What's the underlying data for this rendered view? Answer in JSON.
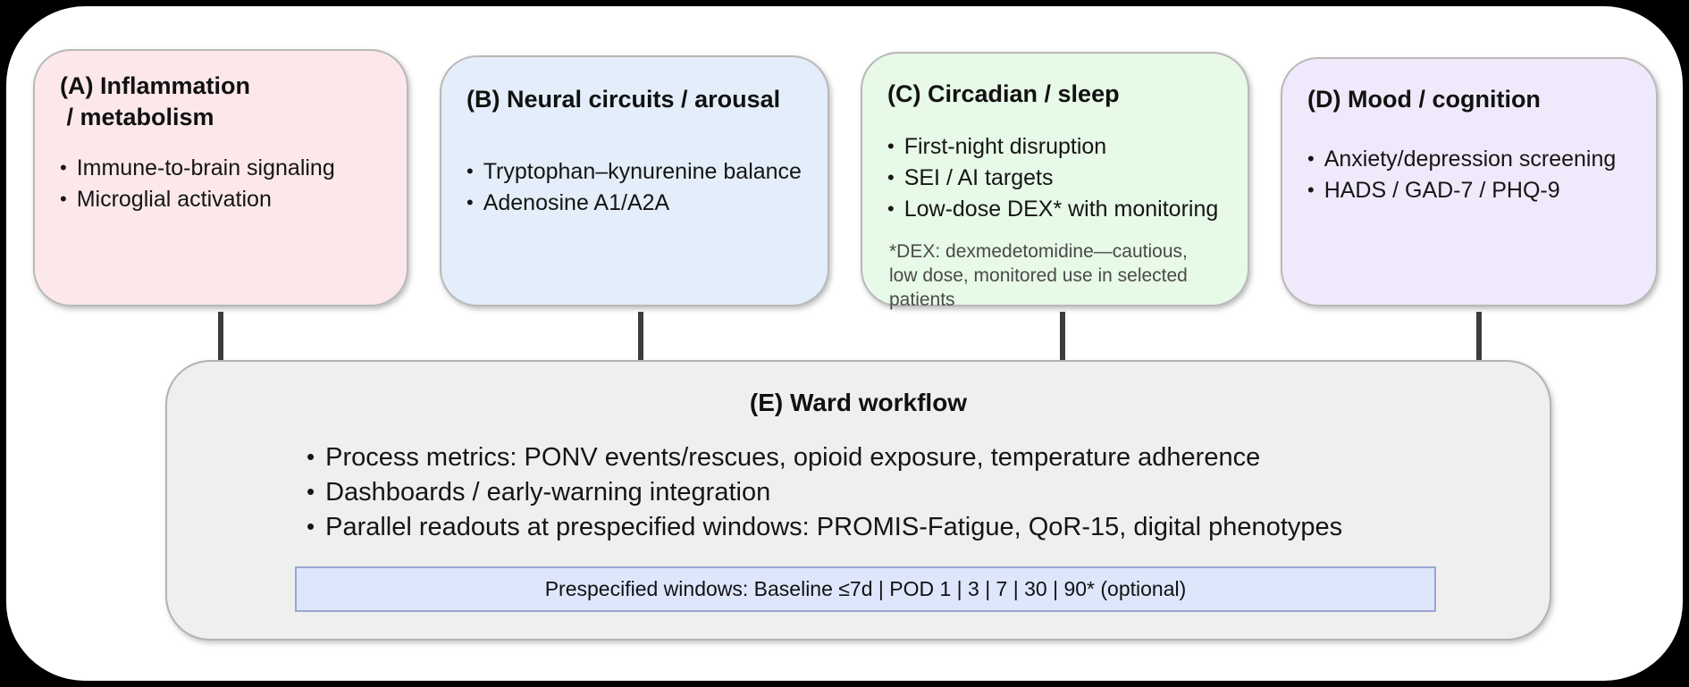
{
  "colors": {
    "background": "#000000",
    "canvas": "#ffffff",
    "panel_a_bg": "#fce8eb",
    "panel_b_bg": "#e3eefa",
    "panel_c_bg": "#e7f9e7",
    "panel_d_bg": "#efe9fb",
    "ward_bg": "#efefef",
    "window_note_bg": "#dde6fb",
    "window_note_border": "#99a6d2",
    "connector": "#3c3c3c",
    "note_text": "#4a4a4a"
  },
  "panels": [
    {
      "id": "A",
      "title": "(A) Inflammation\n / metabolism",
      "bullets": [
        "Immune-to-brain signaling",
        "Microglial activation"
      ],
      "bg": "#fce8eb"
    },
    {
      "id": "B",
      "title": "(B) Neural circuits / arousal",
      "bullets": [
        "Tryptophan–kynurenine balance",
        "Adenosine A1/A2A"
      ],
      "bg": "#e3eefa"
    },
    {
      "id": "C",
      "title": "(C) Circadian / sleep",
      "bullets": [
        "First-night disruption",
        "SEI / AI targets",
        "Low-dose DEX* with monitoring"
      ],
      "note": "*DEX: dexmedetomidine—cautious, low dose, monitored use in selected patients",
      "bg": "#e7f9e7"
    },
    {
      "id": "D",
      "title": "(D) Mood / cognition",
      "bullets": [
        "Anxiety/depression screening",
        "HADS / GAD-7 / PHQ-9"
      ],
      "bg": "#efe9fb"
    }
  ],
  "ward": {
    "title": "(E) Ward workflow",
    "bullets": [
      "Process metrics: PONV events/rescues, opioid exposure, temperature adherence",
      "Dashboards / early-warning integration",
      "Parallel readouts at prespecified windows: PROMIS-Fatigue, QoR-15, digital phenotypes"
    ],
    "window_note": "Prespecified windows: Baseline ≤7d | POD 1 | 3 | 7 | 30 | 90* (optional)",
    "bg": "#efefef",
    "note_bg": "#dde6fb"
  }
}
